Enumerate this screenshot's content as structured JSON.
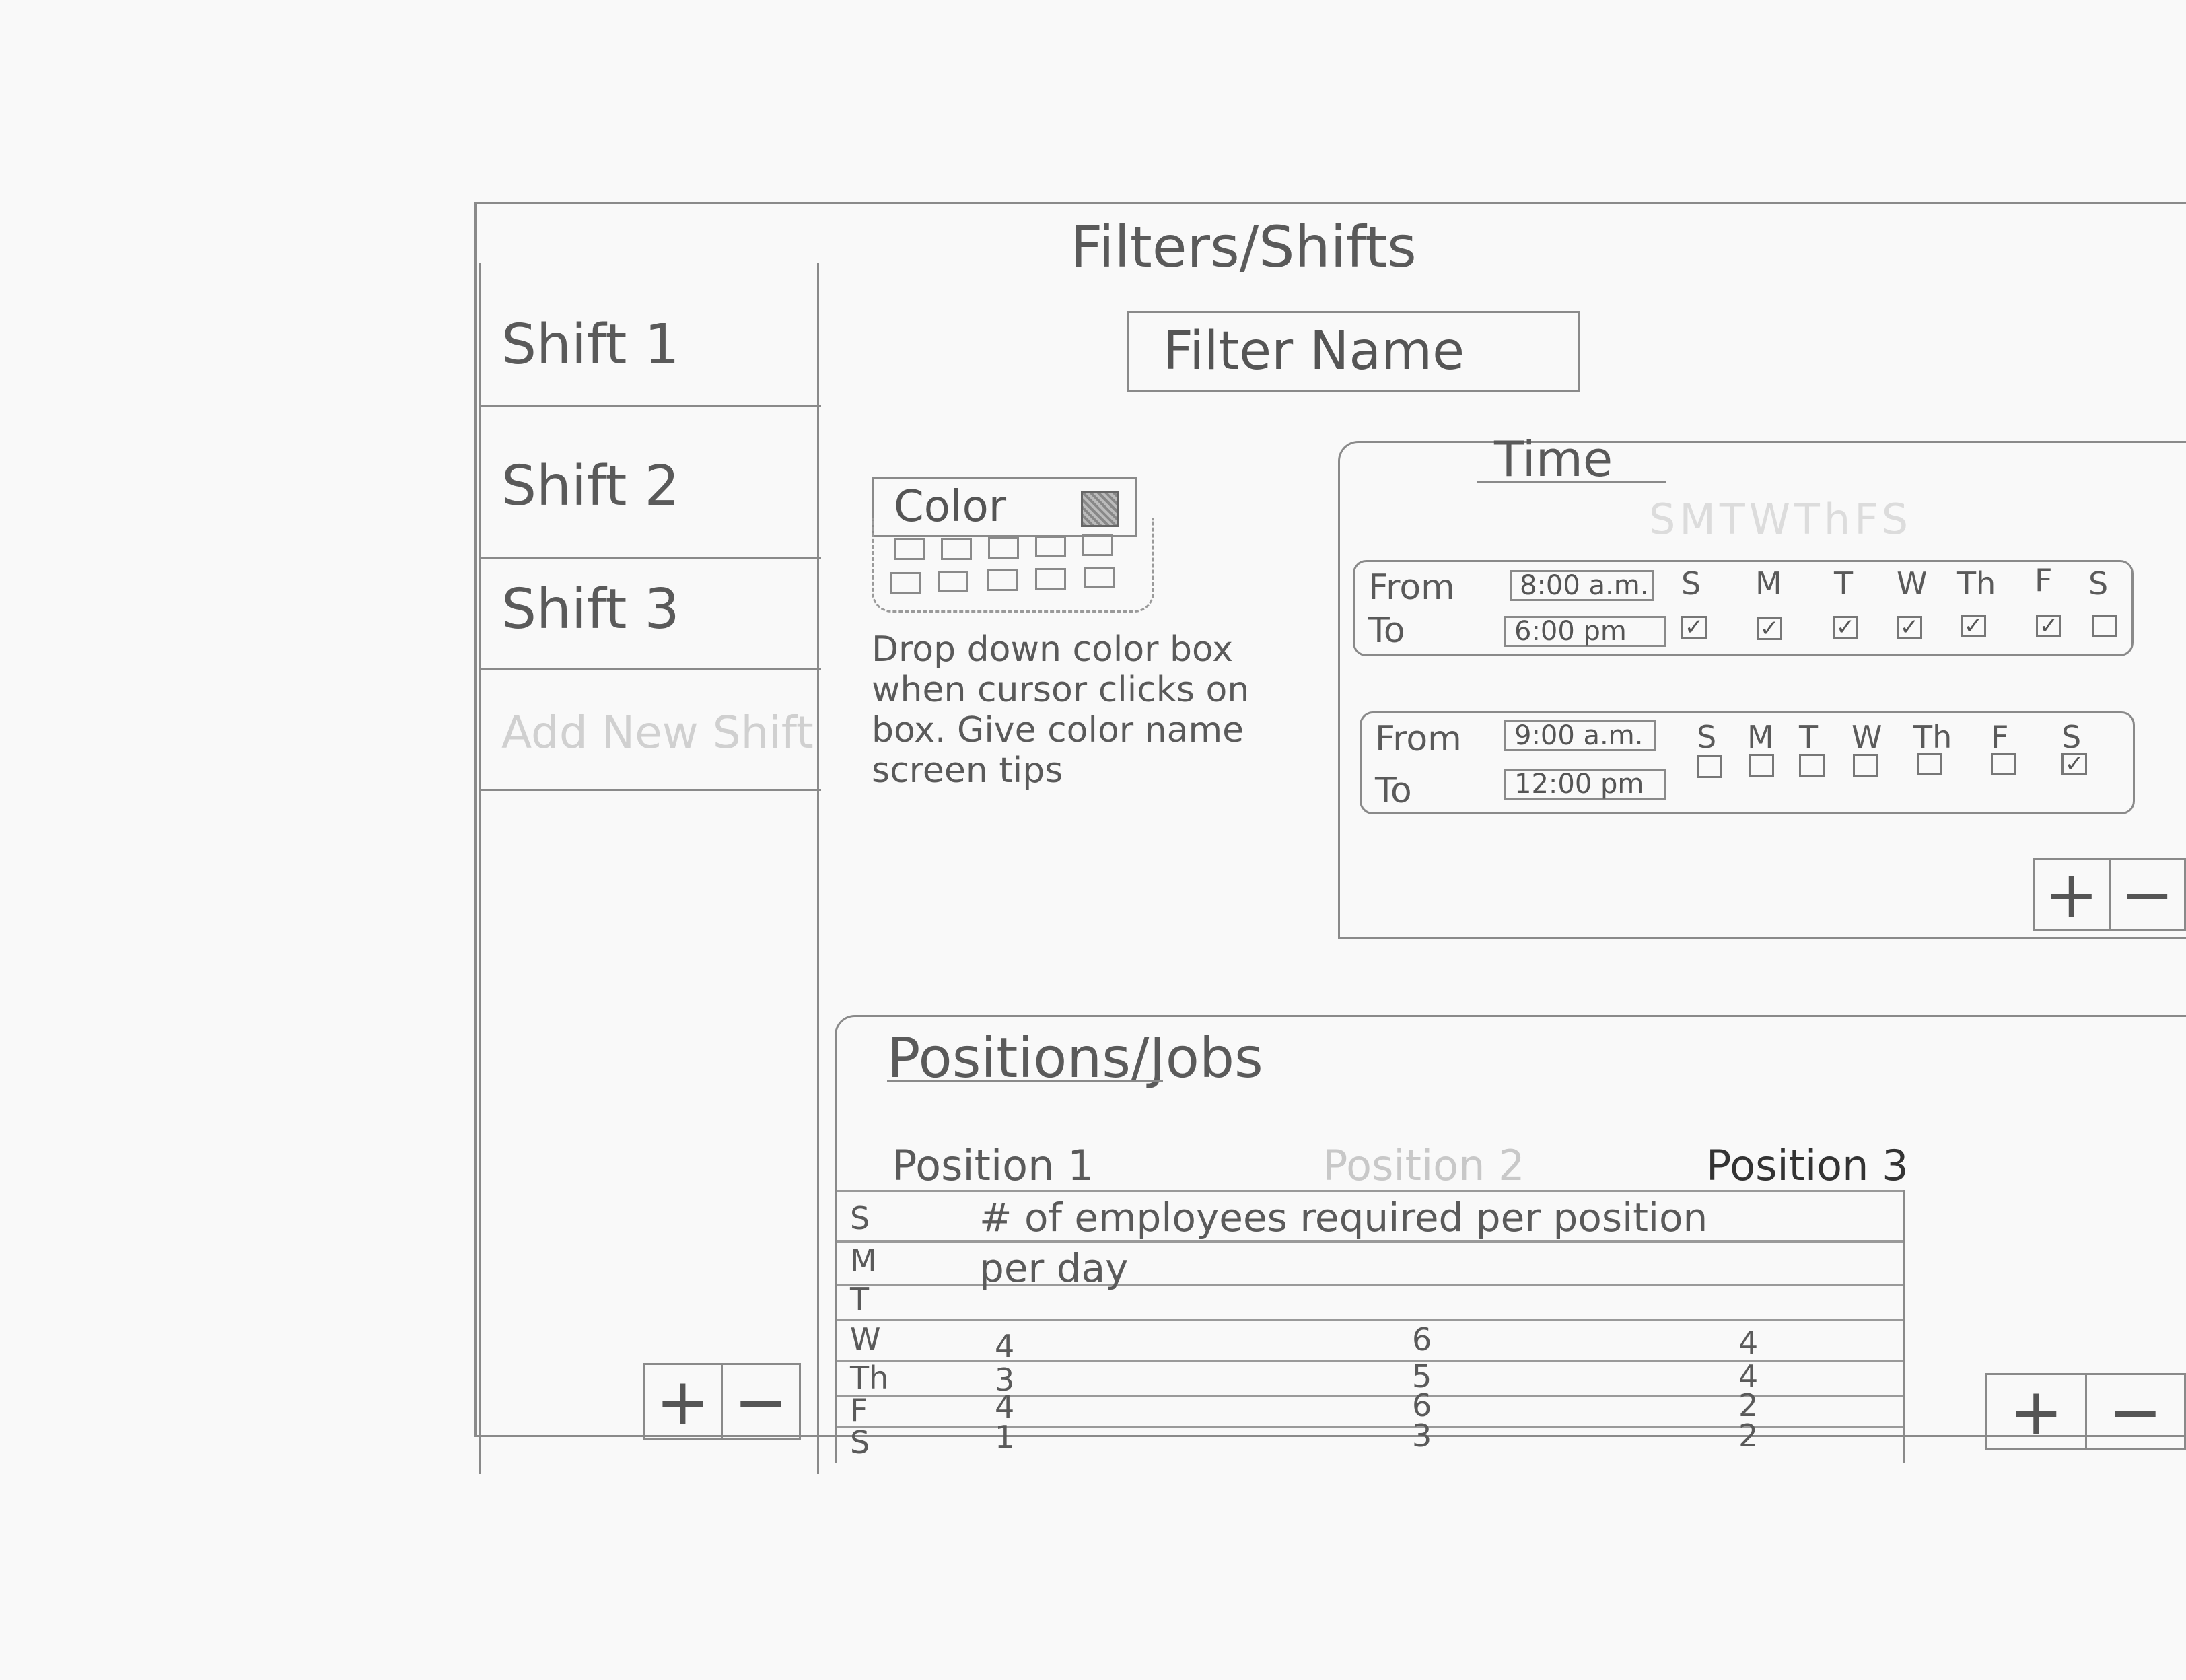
{
  "title": "Filters/Shifts",
  "shifts": {
    "items": [
      {
        "label": "Shift 1"
      },
      {
        "label": "Shift 2"
      },
      {
        "label": "Shift 3"
      }
    ],
    "add_label": "Add New Shift",
    "plus": "+",
    "minus": "−"
  },
  "filter": {
    "placeholder": "Filter Name"
  },
  "color": {
    "label": "Color",
    "note": "Drop down color box when cursor clicks on box. Give color name screen tips"
  },
  "time": {
    "title": "Time",
    "background_text": "SMTWThFS",
    "from_label": "From",
    "to_label": "To",
    "days": [
      "S",
      "M",
      "T",
      "W",
      "Th",
      "F",
      "S"
    ],
    "ranges": [
      {
        "from": "8:00 a.m.",
        "to": "6:00 pm",
        "checked": [
          true,
          true,
          true,
          true,
          true,
          true,
          false
        ]
      },
      {
        "from": "9:00 a.m.",
        "to": "12:00 pm",
        "checked": [
          false,
          false,
          false,
          false,
          false,
          false,
          true
        ]
      }
    ],
    "plus": "+",
    "minus": "−"
  },
  "positions": {
    "title": "Positions/Jobs",
    "columns": [
      "Position 1",
      "Position 2",
      "Position 3"
    ],
    "description_line1": "# of employees required per position",
    "description_line2": "per day",
    "days": [
      "S",
      "M",
      "T",
      "W",
      "Th",
      "F",
      "S"
    ],
    "rows": [
      {
        "values": [
          "",
          "",
          ""
        ]
      },
      {
        "values": [
          "",
          "",
          ""
        ]
      },
      {
        "values": [
          "",
          "",
          ""
        ]
      },
      {
        "values": [
          "4",
          "6",
          "4"
        ]
      },
      {
        "values": [
          "3",
          "5",
          "4"
        ]
      },
      {
        "values": [
          "4",
          "6",
          "2"
        ]
      },
      {
        "values": [
          "1",
          "3",
          "2"
        ]
      }
    ],
    "plus": "+",
    "minus": "−"
  }
}
